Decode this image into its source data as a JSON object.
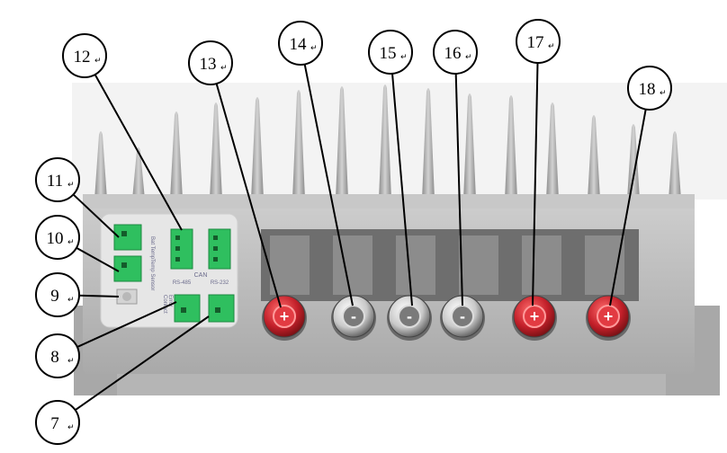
{
  "callouts": [
    {
      "label": "7"
    },
    {
      "label": "8"
    },
    {
      "label": "9"
    },
    {
      "label": "10"
    },
    {
      "label": "11"
    },
    {
      "label": "12"
    },
    {
      "label": "13"
    },
    {
      "label": "14"
    },
    {
      "label": "15"
    },
    {
      "label": "16"
    },
    {
      "label": "17"
    },
    {
      "label": "18"
    }
  ],
  "mark": "↵",
  "panel": {
    "bat_temp": "Bat Temp",
    "temp_sensor": "Temp Sensor",
    "can": "CAN",
    "rs485": "RS-485",
    "rs232": "RS-232",
    "contact": "Contact",
    "error": "Error"
  },
  "terminals": [
    {
      "polarity": "+",
      "color": "#c3202a"
    },
    {
      "polarity": "-",
      "color": "#3a3a3a"
    },
    {
      "polarity": "-",
      "color": "#3a3a3a"
    },
    {
      "polarity": "-",
      "color": "#3a3a3a"
    },
    {
      "polarity": "+",
      "color": "#c3202a"
    },
    {
      "polarity": "+",
      "color": "#c3202a"
    }
  ],
  "colors": {
    "housing": "#bdbdbd",
    "fin": "#a8a8a8",
    "connector": "#2fbf5f",
    "panel": "#e6e6e6"
  }
}
